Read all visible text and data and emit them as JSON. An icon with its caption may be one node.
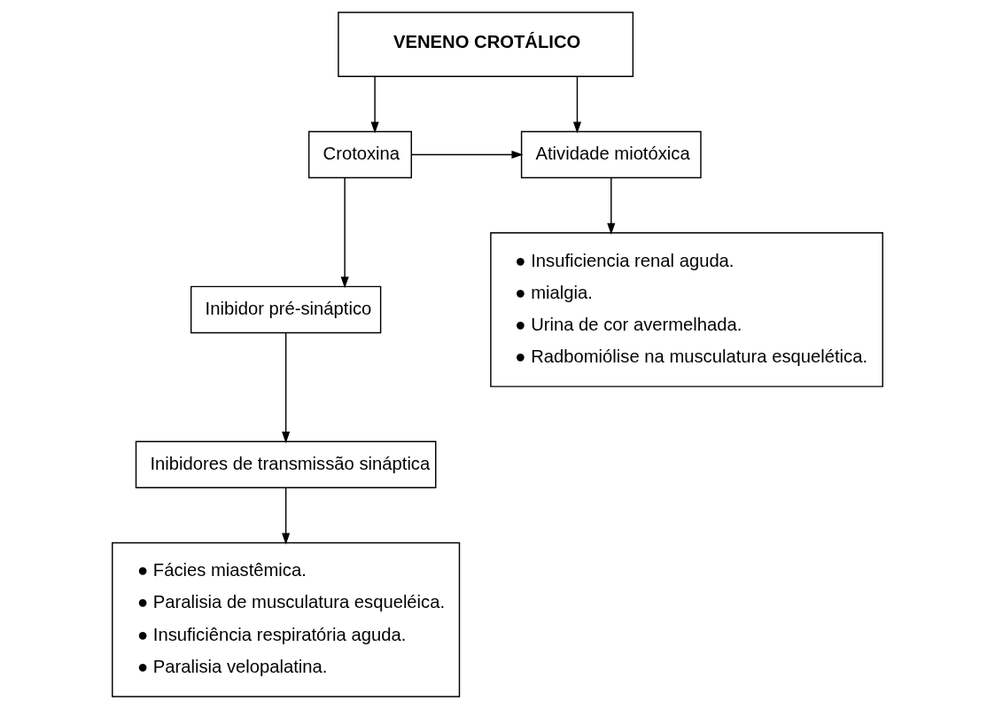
{
  "diagram": {
    "nodes": [
      {
        "text": [
          "VENENO CROTÁLICO"
        ]
      },
      {
        "text": [
          "Crotoxina"
        ]
      },
      {
        "text": [
          "Atividade miotóxica"
        ]
      },
      {
        "text": [
          "Inibidor pré-sináptico"
        ]
      },
      {
        "text": [
          "Inibidores de transmissão sináptica"
        ]
      },
      {
        "text": [
          "● Fácies miastêmica.",
          "● Paralisia de musculatura esqueléica.",
          "● Insuficiência respiratória aguda.",
          "● Paralisia velopalatina."
        ]
      },
      {
        "text": [
          "● Insuficiencia renal aguda.",
          "● mialgia.",
          "● Urina de cor avermelhada.",
          "● Radbomiólise na musculatura esquelética."
        ]
      }
    ],
    "edges": [
      {
        "from": 0,
        "to": 1,
        "arrow": "to"
      },
      {
        "from": 0,
        "to": 2,
        "arrow": "to"
      },
      {
        "from": 1,
        "to": 2,
        "arrow": "to"
      },
      {
        "from": 1,
        "to": 3,
        "arrow": "to"
      },
      {
        "from": 3,
        "to": 4,
        "arrow": "to"
      },
      {
        "from": 4,
        "to": 5,
        "arrow": "to"
      },
      {
        "from": 2,
        "to": 6,
        "arrow": "to"
      }
    ]
  }
}
